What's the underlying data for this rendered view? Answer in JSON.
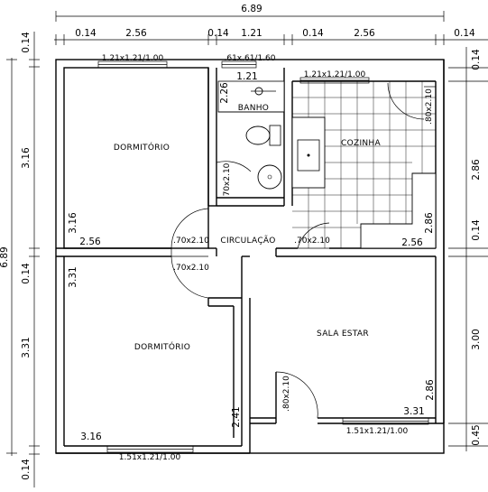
{
  "dimensions": {
    "top_total": "6.89",
    "top_segments": [
      "0.14",
      "2.56",
      "0.14",
      "1.21",
      "0.14",
      "2.56",
      "0.14"
    ],
    "left_total": "6.89",
    "left_segments": [
      "0.14",
      "3.16",
      "0.14",
      "3.31",
      "0.14"
    ],
    "right_segments": [
      "0.14",
      "2.86",
      "0.14",
      "3.00",
      "0.45"
    ],
    "inner": {
      "dorm1_height": "3.16",
      "dorm1_width": "2.56",
      "banho_height": "2.26",
      "banho_width": "1.21",
      "cozinha_height": "2.86",
      "cozinha_width": "2.56",
      "dorm2_height": "3.31",
      "dorm2_width": "3.16",
      "circ_height": "2.41",
      "sala_height": "2.86",
      "sala_width": "3.31"
    }
  },
  "rooms": {
    "dorm1": "DORMITÓRIO",
    "banho": "BANHO",
    "cozinha": "COZINHA",
    "circulacao": "CIRCULAÇÃO",
    "dorm2": "DORMITÓRIO",
    "sala": "SALA ESTAR"
  },
  "windows": {
    "dorm1": "1.21x1.21/1.00",
    "banho": ".61x.61/1.60",
    "cozinha": "1.21x1.21/1.00",
    "sala": "1.51x1.21/1.00",
    "dorm2": "1.51x1.21/1.00"
  },
  "doors": {
    "dorm1": ".70x2.10",
    "cozinha": ".70x2.10",
    "dorm2": ".70x2.10",
    "banho": "70x2.10",
    "cozinha_side": ".80x2.10",
    "sala": ".80x2.10"
  }
}
